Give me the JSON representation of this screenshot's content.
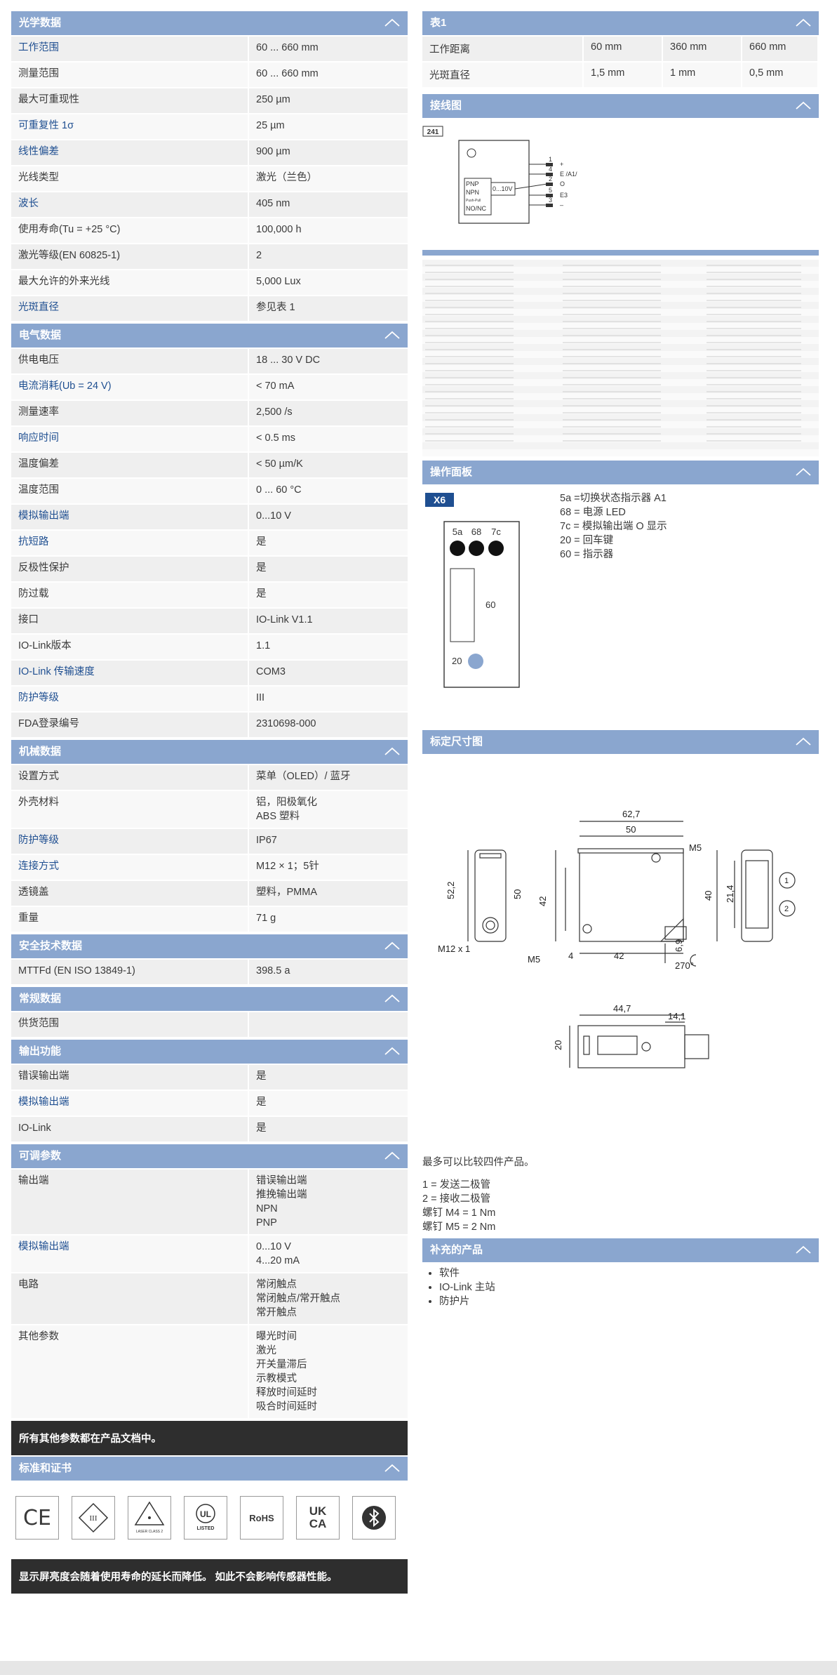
{
  "left": {
    "optics": {
      "title": "光学数据",
      "rows": [
        {
          "k": "工作范围",
          "v": "60 ... 660 mm",
          "link": true
        },
        {
          "k": "测量范围",
          "v": "60 ... 660 mm",
          "link": false
        },
        {
          "k": "最大可重现性",
          "v": "250 µm",
          "link": false
        },
        {
          "k": "可重复性 1σ",
          "v": "25 µm",
          "link": true
        },
        {
          "k": "线性偏差",
          "v": "900 µm",
          "link": true
        },
        {
          "k": "光线类型",
          "v": "激光（兰色）",
          "link": false
        },
        {
          "k": "波长",
          "v": "405 nm",
          "link": true
        },
        {
          "k": "使用寿命(Tu = +25 °C)",
          "v": "100,000 h",
          "link": false
        },
        {
          "k": "激光等级(EN 60825-1)",
          "v": "2",
          "link": false
        },
        {
          "k": "最大允许的外来光线",
          "v": "5,000 Lux",
          "link": false
        },
        {
          "k": "光斑直径",
          "v": "参见表 1",
          "link": true
        }
      ]
    },
    "electrical": {
      "title": "电气数据",
      "rows": [
        {
          "k": "供电电压",
          "v": "18 ... 30 V DC",
          "link": false
        },
        {
          "k": "电流消耗(Ub = 24 V)",
          "v": "< 70 mA",
          "link": true
        },
        {
          "k": "测量速率",
          "v": "2,500 /s",
          "link": false
        },
        {
          "k": "响应时间",
          "v": "< 0.5 ms",
          "link": true
        },
        {
          "k": "温度偏差",
          "v": "< 50 µm/K",
          "link": false
        },
        {
          "k": "温度范围",
          "v": "0 ... 60 °C",
          "link": false
        },
        {
          "k": "模拟输出端",
          "v": "0...10 V",
          "link": true
        },
        {
          "k": "抗短路",
          "v": "是",
          "link": true
        },
        {
          "k": "反极性保护",
          "v": "是",
          "link": false
        },
        {
          "k": "防过载",
          "v": "是",
          "link": false
        },
        {
          "k": "接口",
          "v": "IO-Link V1.1",
          "link": false
        },
        {
          "k": "IO-Link版本",
          "v": "1.1",
          "link": false
        },
        {
          "k": "IO-Link 传输速度",
          "v": "COM3",
          "link": true
        },
        {
          "k": "防护等级",
          "v": "III",
          "link": true
        },
        {
          "k": "FDA登录编号",
          "v": "2310698-000",
          "link": false
        }
      ]
    },
    "mechanical": {
      "title": "机械数据",
      "rows": [
        {
          "k": "设置方式",
          "v": "菜单（OLED）/ 蓝牙",
          "link": false
        },
        {
          "k": "外壳材料",
          "v": "铝，阳极氧化\nABS 塑料",
          "link": false
        },
        {
          "k": "防护等级",
          "v": "IP67",
          "link": true
        },
        {
          "k": "连接方式",
          "v": "M12 × 1；5针",
          "link": true
        },
        {
          "k": "透镜盖",
          "v": "塑料，PMMA",
          "link": false
        },
        {
          "k": "重量",
          "v": "71 g",
          "link": false
        }
      ]
    },
    "safety": {
      "title": "安全技术数据",
      "rows": [
        {
          "k": "MTTFd (EN ISO 13849-1)",
          "v": "398.5 a",
          "link": false
        }
      ]
    },
    "general": {
      "title": "常规数据",
      "rows": [
        {
          "k": "供货范围",
          "v": "",
          "link": false
        }
      ]
    },
    "output": {
      "title": "输出功能",
      "rows": [
        {
          "k": "错误输出端",
          "v": "是",
          "link": false
        },
        {
          "k": "模拟输出端",
          "v": "是",
          "link": true
        },
        {
          "k": "IO-Link",
          "v": "是",
          "link": false
        }
      ]
    },
    "params": {
      "title": "可调参数",
      "rows": [
        {
          "k": "输出端",
          "v": "错误输出端\n推挽输出端\nNPN\nPNP",
          "link": false
        },
        {
          "k": "模拟输出端",
          "v": "0...10 V\n4...20 mA",
          "link": true
        },
        {
          "k": "电路",
          "v": "常闭触点\n常闭触点/常开触点\n常开触点",
          "link": false
        },
        {
          "k": "其他参数",
          "v": "曝光时间\n激光\n开关量滞后\n示教模式\n释放时间延时\n吸合时间延时",
          "link": false
        }
      ]
    },
    "note1": "所有其他参数都在产品文档中。",
    "certs_title": "标准和证书",
    "cert_ce": "CE",
    "cert_ukca": "UK\nCA",
    "cert_rohs": "RoHS",
    "cert_laser": "LASER CLASS 2 EN 60825-1",
    "cert_ul": "LISTED",
    "note2": "显示屏亮度会随着使用寿命的延长而降低。 如此不会影响传感器性能。"
  },
  "right": {
    "table1": {
      "title": "表1",
      "rows": [
        [
          "工作距离",
          "60 mm",
          "360 mm",
          "660 mm"
        ],
        [
          "光斑直径",
          "1,5 mm",
          "1 mm",
          "0,5 mm"
        ]
      ]
    },
    "wiring": {
      "title": "接线图",
      "code": "241",
      "labels": [
        "PNP",
        "NPN",
        "Push-Pull",
        "0...10V",
        "NO/NC"
      ],
      "pins": [
        "1",
        "4",
        "2",
        "5",
        "3"
      ],
      "pin_labels": [
        "+",
        "E /A1/",
        "O",
        "E3",
        "–"
      ]
    },
    "panel": {
      "title": "操作面板",
      "code": "X6",
      "legend": [
        "5a =切换状态指示器 A1",
        "68 = 电源 LED",
        "7c = 模拟输出端 O 显示",
        "20 = 回车键",
        "60 = 指示器"
      ],
      "leds": [
        "5a",
        "68",
        "7c"
      ],
      "display": "60",
      "enter": "20"
    },
    "dims": {
      "title": "标定尺寸图",
      "labels": [
        "62,7",
        "50",
        "M5",
        "52,2",
        "50",
        "42",
        "21,4",
        "40",
        "M12 x 1",
        "M5",
        "4",
        "42",
        "6,9",
        "270°",
        "44,7",
        "14,1",
        "20",
        "1",
        "2"
      ],
      "compare": "最多可以比较四件产品。",
      "notes": [
        "1 = 发送二极管",
        "2 = 接收二极管",
        "螺钉 M4 = 1 Nm",
        "螺钉 M5 = 2 Nm"
      ]
    },
    "addons": {
      "title": "补充的产品",
      "items": [
        "软件",
        "IO-Link 主站",
        "防护片"
      ]
    }
  }
}
